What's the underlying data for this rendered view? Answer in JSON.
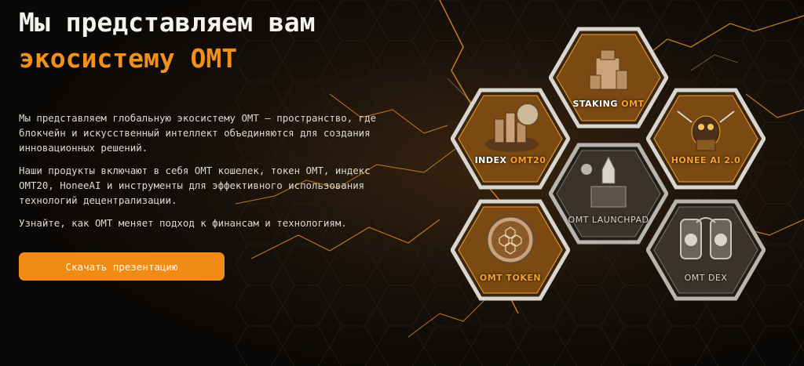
{
  "hero": {
    "title_line1": "Мы представляем вам",
    "title_line2": "экосистему OMT",
    "paragraph1": "Мы представляем глобальную экосистему OMT — пространство, где блокчейн и искусственный интеллект объединяются для создания инновационных решений.",
    "paragraph2": "Наши продукты включают в себя OMT кошелек, токен OMT, индекс OMT20, HoneeAI и инструменты для эффективного использования технологий децентрализации.",
    "paragraph3": "Узнайте, как OMT меняет подход к финансам и технологиям.",
    "cta_label": "Скачать презентацию"
  },
  "tiles": {
    "staking": {
      "label_main": "STAKING ",
      "label_accent": "OMT",
      "icon": "stacked-blocks-icon"
    },
    "index": {
      "label_main": "INDEX ",
      "label_accent": "OMT20",
      "icon": "coin-stack-icon"
    },
    "honee": {
      "label_main": "",
      "label_accent": "HONEE AI 2.0",
      "icon": "bee-robot-icon"
    },
    "launchpad": {
      "label_main": "OMT LAUNCHPAD",
      "label_accent": "",
      "icon": "rocket-icon"
    },
    "token": {
      "label_main": "",
      "label_accent": "OMT TOKEN",
      "icon": "hex-coin-icon"
    },
    "dex": {
      "label_main": "OMT DEX",
      "label_accent": "",
      "icon": "exchange-wallet-icon"
    }
  },
  "colors": {
    "accent": "#f2911a",
    "background": "#0c0a08",
    "button": "#f28b14"
  }
}
